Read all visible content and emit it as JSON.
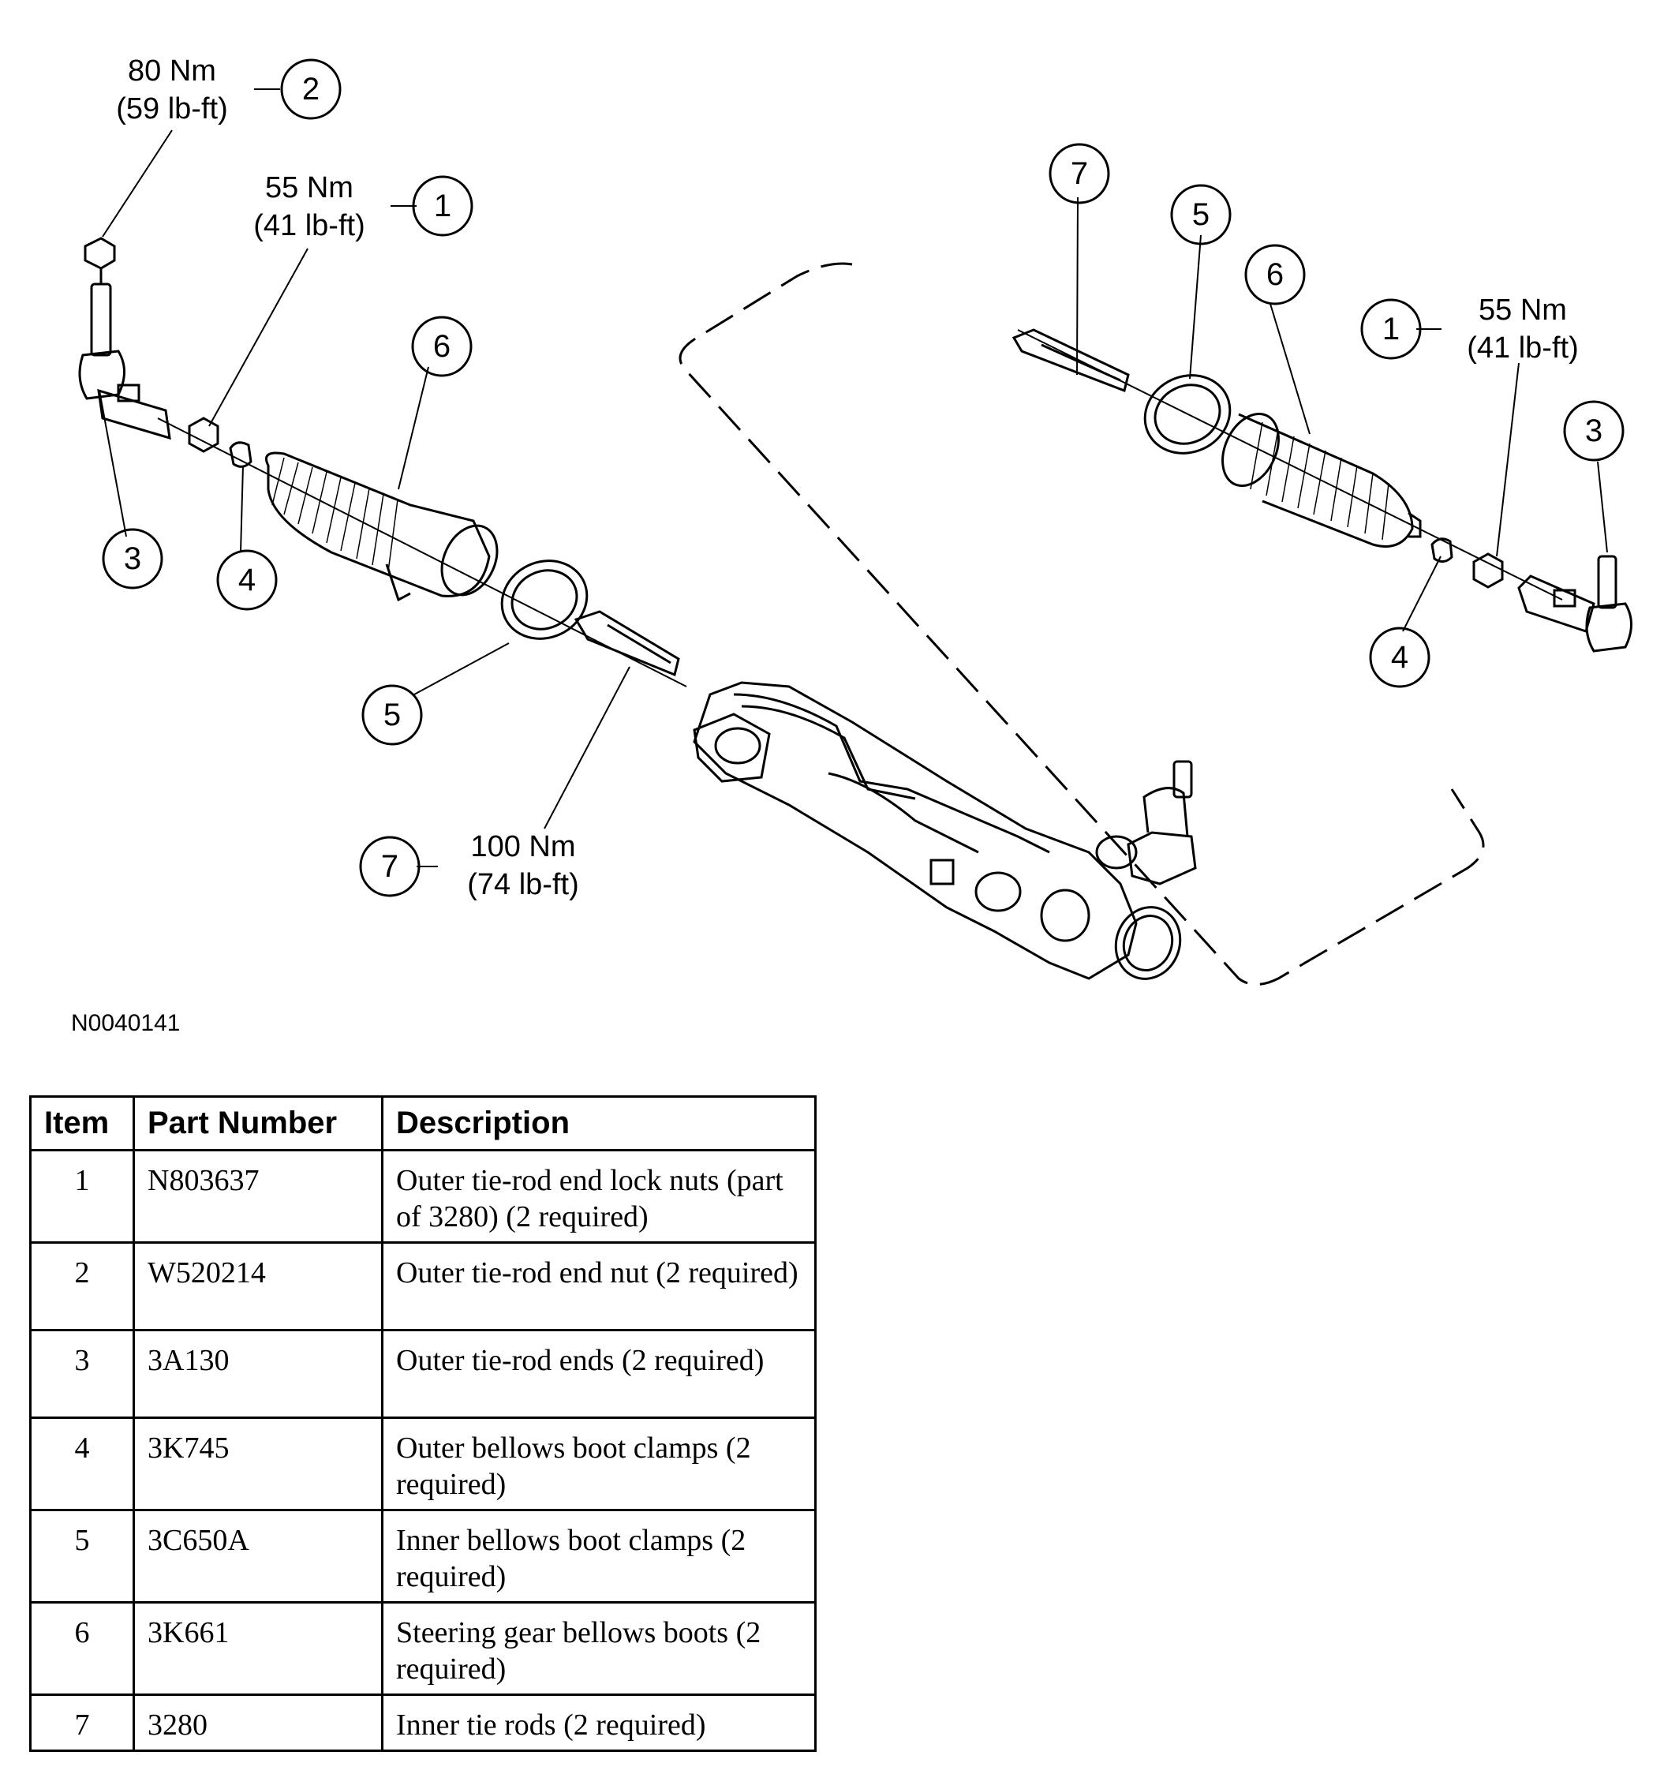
{
  "figure": {
    "id": "N0040141",
    "torque_labels": [
      {
        "nm": "80 Nm",
        "lbft": "(59 lb-ft)"
      },
      {
        "nm": "55 Nm",
        "lbft": "(41 lb-ft)"
      },
      {
        "nm": "55 Nm",
        "lbft": "(41 lb-ft)"
      },
      {
        "nm": "100 Nm",
        "lbft": "(74 lb-ft)"
      }
    ],
    "callouts": [
      "2",
      "1",
      "6",
      "3",
      "4",
      "5",
      "7",
      "7",
      "5",
      "6",
      "1",
      "3",
      "4"
    ]
  },
  "table": {
    "headers": {
      "item": "Item",
      "part_number": "Part Number",
      "description": "Description"
    },
    "rows": [
      {
        "item": "1",
        "part_number": "N803637",
        "description": "Outer tie-rod end lock nuts (part of 3280) (2 required)"
      },
      {
        "item": "2",
        "part_number": "W520214",
        "description": "Outer tie-rod end nut (2 required)"
      },
      {
        "item": "3",
        "part_number": "3A130",
        "description": "Outer tie-rod ends (2 required)"
      },
      {
        "item": "4",
        "part_number": "3K745",
        "description": "Outer bellows boot clamps (2 required)"
      },
      {
        "item": "5",
        "part_number": "3C650A",
        "description": "Inner bellows boot clamps (2 required)"
      },
      {
        "item": "6",
        "part_number": "3K661",
        "description": "Steering gear bellows boots (2 required)"
      },
      {
        "item": "7",
        "part_number": "3280",
        "description": "Inner tie rods (2 required)"
      }
    ]
  }
}
